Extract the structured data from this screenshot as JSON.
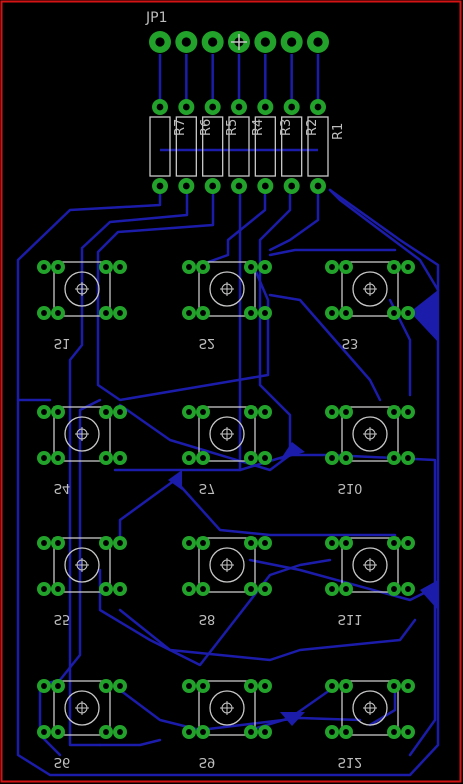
{
  "colors": {
    "background": "#000000",
    "outline": "#d41414",
    "trace": "#1c1caa",
    "pad": "#22a22a",
    "silk": "#c8c8c8"
  },
  "header": {
    "label": "JP1"
  },
  "resistors": [
    {
      "name": "R1"
    },
    {
      "name": "R2"
    },
    {
      "name": "R3"
    },
    {
      "name": "R4"
    },
    {
      "name": "R5"
    },
    {
      "name": "R6"
    },
    {
      "name": "R7"
    }
  ],
  "switches": [
    {
      "name": "S1"
    },
    {
      "name": "S2"
    },
    {
      "name": "S3"
    },
    {
      "name": "S4"
    },
    {
      "name": "S7"
    },
    {
      "name": "S10"
    },
    {
      "name": "S5"
    },
    {
      "name": "S8"
    },
    {
      "name": "S11"
    },
    {
      "name": "S6"
    },
    {
      "name": "S9"
    },
    {
      "name": "S12"
    }
  ]
}
